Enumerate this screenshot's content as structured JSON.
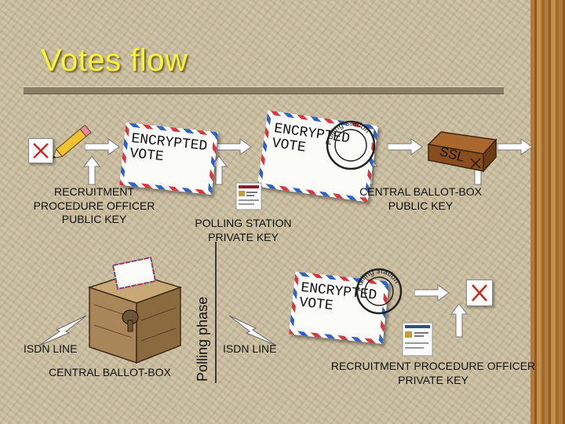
{
  "title": "Votes flow",
  "envelopes": {
    "left_text": "ENCRYPTED\nVOTE",
    "middle_text": "ENCRYPTED\nVOTE",
    "bottom_text": "ENCRYPTED\nVOTE"
  },
  "stamps": {
    "top_lettering": "Polling station",
    "bottom_lettering": "Polling station"
  },
  "package_label": "SSL",
  "labels": {
    "recruitment_public_key": "RECRUITMENT\nPROCEDURE OFFICER\nPUBLIC KEY",
    "polling_station_private_key": "POLLING STATION\nPRIVATE KEY",
    "central_ballot_box_public_key": "CENTRAL BALLOT-BOX\nPUBLIC KEY",
    "isdn_left": "ISDN LINE",
    "isdn_right": "ISDN LINE",
    "central_ballot_box": "CENTRAL BALLOT-BOX",
    "recruitment_private_key": "RECRUITMENT PROCEDURE OFFICER\nPRIVATE KEY",
    "polling_phase": "Polling phase"
  },
  "colors": {
    "title": "#f7f43a",
    "x_mark": "#d0261f",
    "arrow_fill": "#ffffff",
    "envelope_red": "#d9363e",
    "envelope_blue": "#2f62c8"
  },
  "icons": {
    "ballot": "x-mark-icon",
    "pencil": "pencil-icon",
    "package": "package-icon",
    "ballot_box": "ballot-box-icon",
    "lightning": "lightning-icon",
    "key_card": "key-card-icon",
    "stamp": "postmark-stamp-icon"
  }
}
